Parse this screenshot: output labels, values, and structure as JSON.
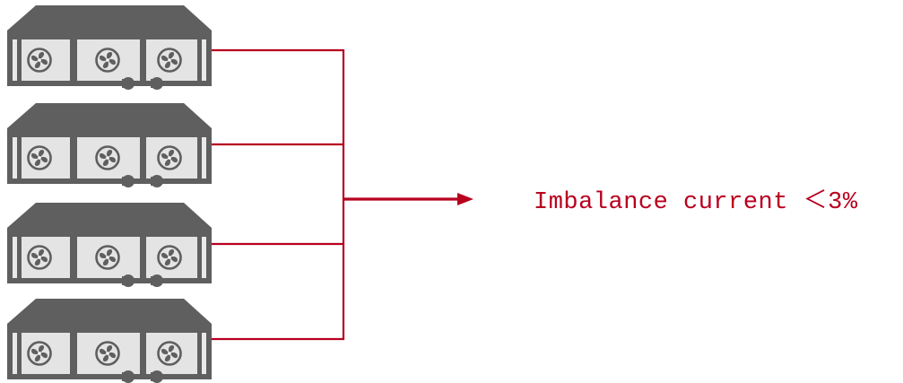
{
  "diagram": {
    "label": "Imbalance current ＜3%",
    "unit_count": 4,
    "fan_count_per_unit": 3,
    "unit_icon": "rack-unit-with-fans-icon",
    "fan_icon": "fan-icon",
    "arrow_icon": "arrow-right-icon"
  },
  "colors": {
    "unit": "#5f5f5f",
    "unit_fill": "#e4e4e4",
    "wire": "#b8001f",
    "label": "#b8001f",
    "background": "#ffffff"
  }
}
